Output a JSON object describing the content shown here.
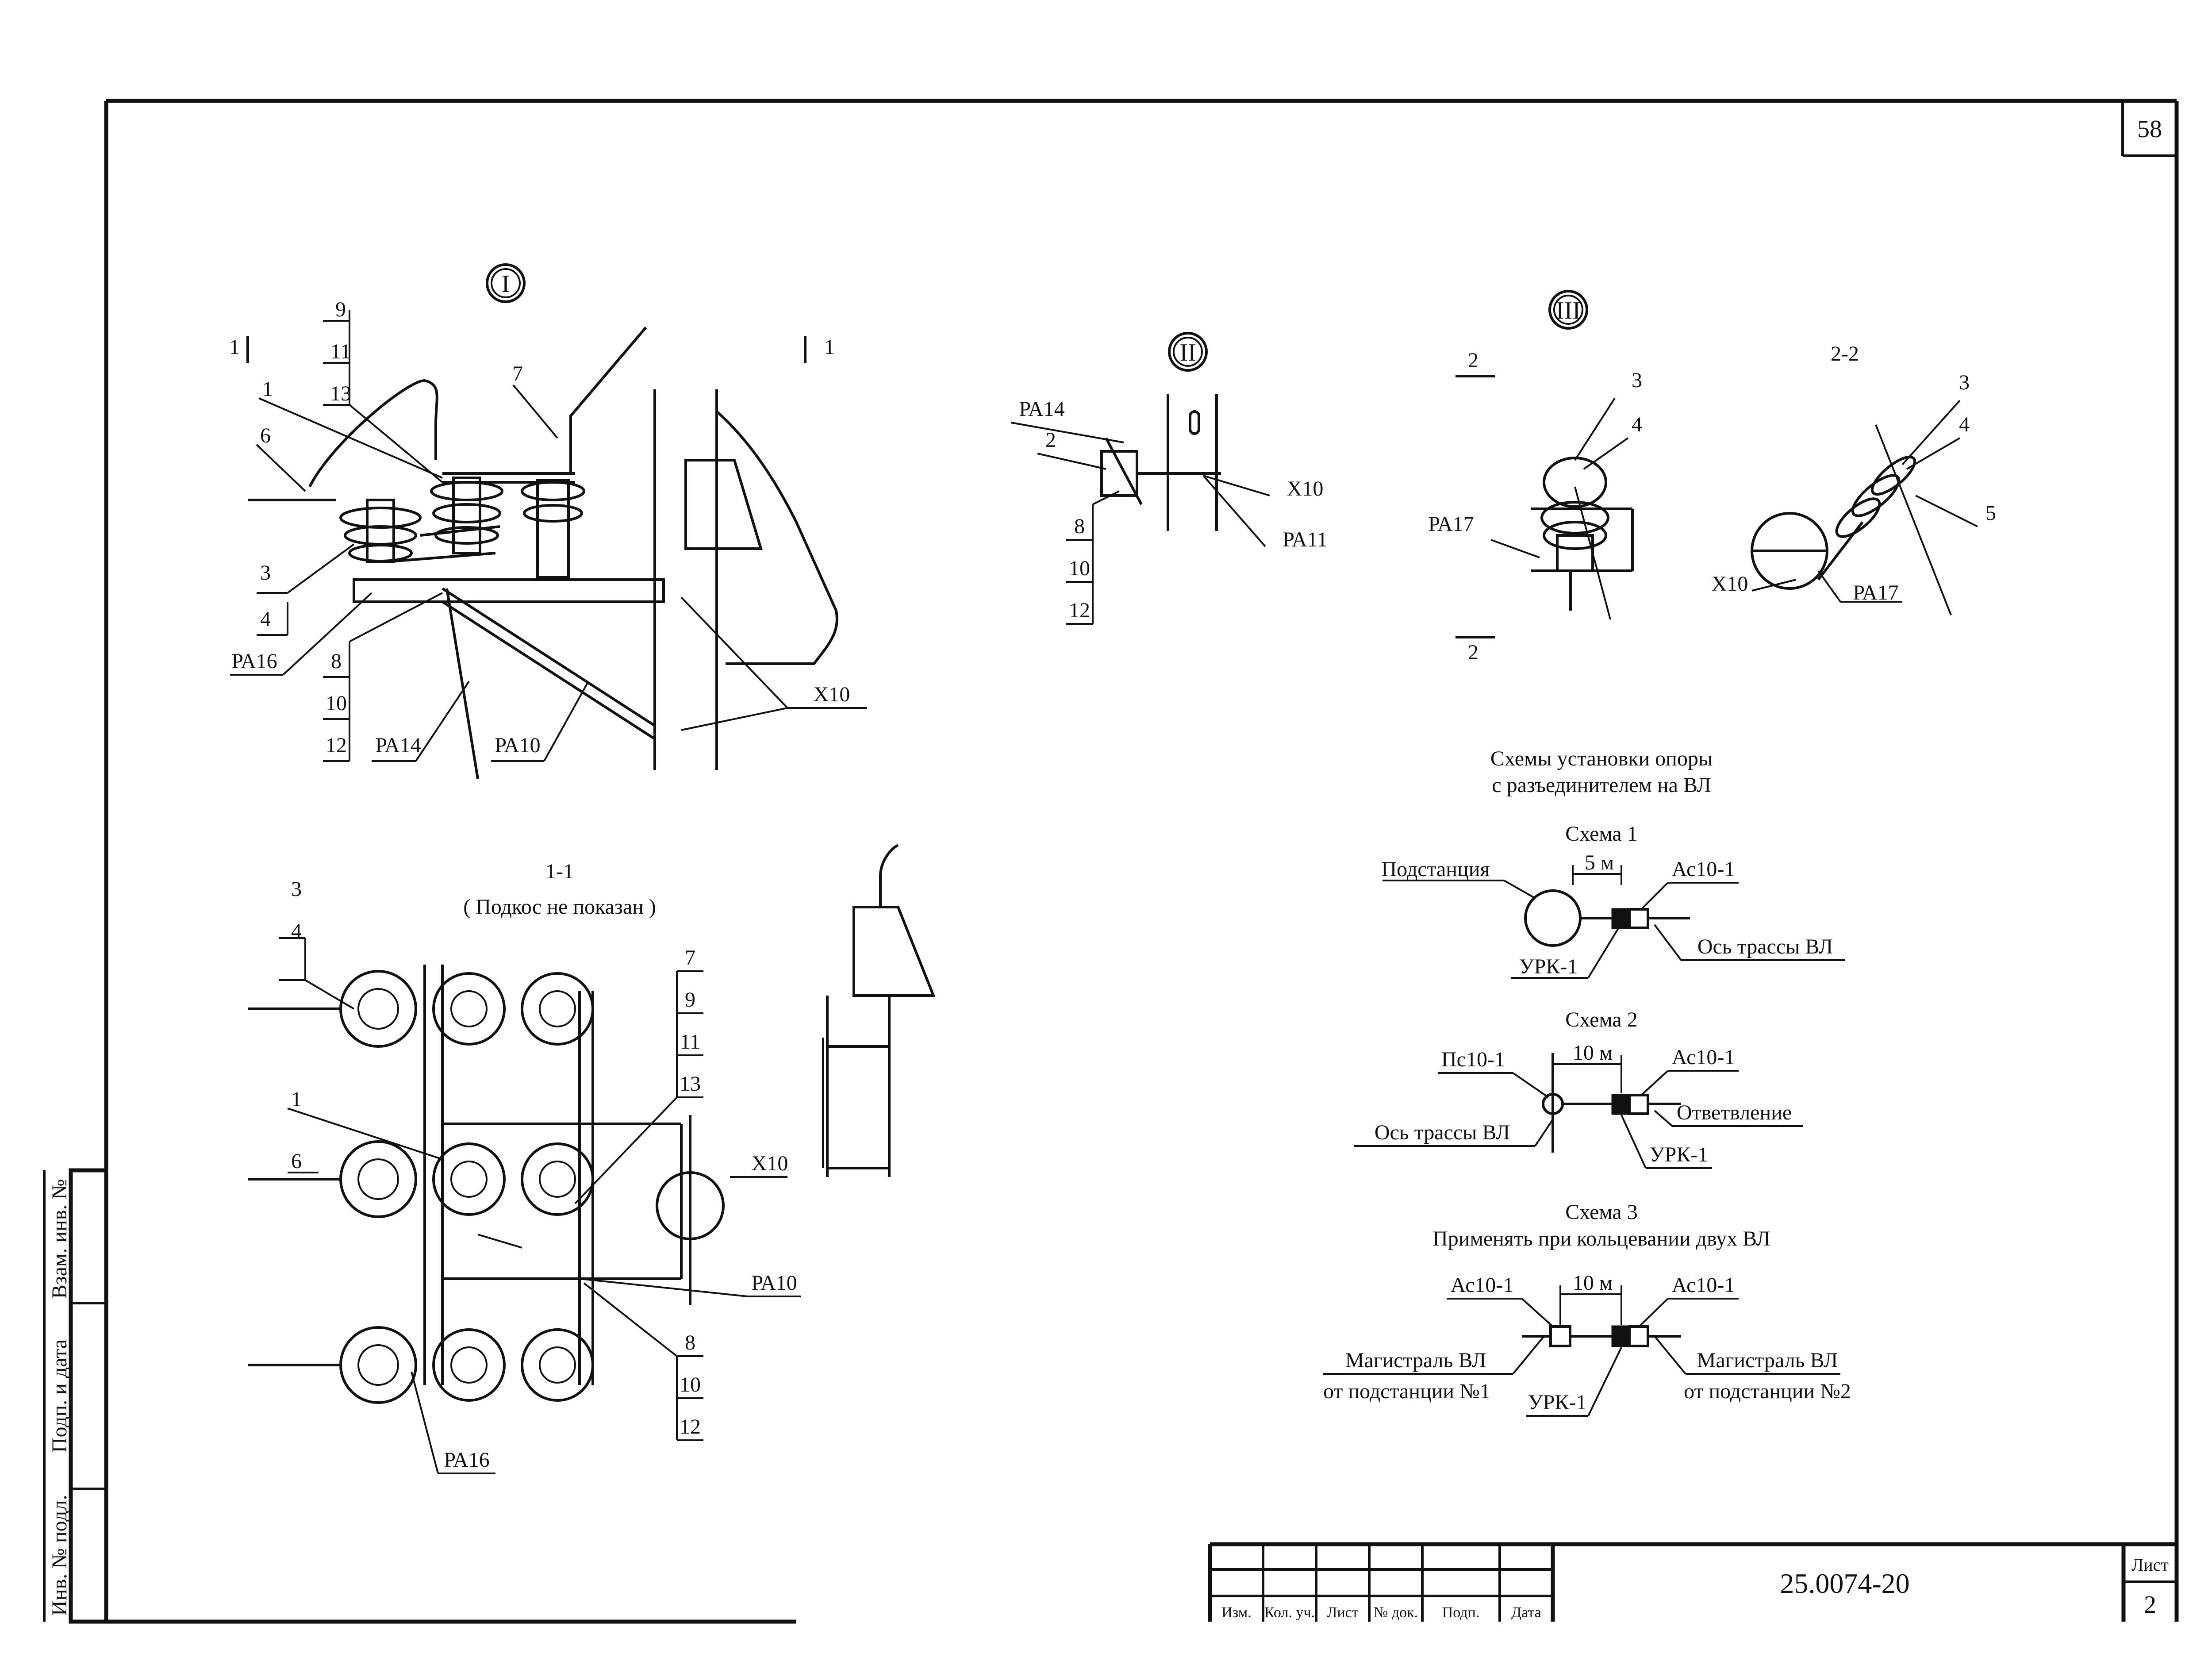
{
  "sheet_number": "58",
  "views": {
    "view1": {
      "marker": "I",
      "cut_left": "1",
      "cut_right": "1",
      "labels": {
        "n9": "9",
        "n11": "11",
        "n13": "13",
        "n1": "1",
        "n7": "7",
        "n6": "6",
        "n3": "3",
        "n4": "4",
        "pa16": "РА16",
        "n8": "8",
        "n10": "10",
        "n12": "12",
        "pa14": "РА14",
        "pa10": "РА10",
        "x10": "Х10"
      }
    },
    "view2": {
      "marker": "II",
      "labels": {
        "pa14": "РА14",
        "n2": "2",
        "n8": "8",
        "n10": "10",
        "n12": "12",
        "x10": "Х10",
        "pa11": "РА11"
      }
    },
    "view3": {
      "marker": "III",
      "cut_top": "2",
      "cut_bottom": "2",
      "labels": {
        "n3": "3",
        "n4": "4",
        "pa17": "РА17"
      }
    },
    "section22": {
      "title": "2-2",
      "labels": {
        "n3": "3",
        "n4": "4",
        "n5": "5",
        "x10": "Х10",
        "pa17": "РА17"
      }
    },
    "section11": {
      "title": "1-1",
      "subtitle": "( Подкос не показан )",
      "labels": {
        "n3": "3",
        "n4": "4",
        "n1": "1",
        "n6": "6",
        "n7": "7",
        "n9": "9",
        "n11": "11",
        "n13": "13",
        "x10": "Х10",
        "pa10": "РА10",
        "n8": "8",
        "n10": "10",
        "n12": "12",
        "pa16": "РА16"
      }
    }
  },
  "schemes": {
    "heading_line1": "Схемы установки опоры",
    "heading_line2": "с разъединителем на ВЛ",
    "scheme1": {
      "title": "Схема 1",
      "substation": "Подстанция",
      "dist": "5 м",
      "ac": "Ас10-1",
      "axis": "Ось трассы ВЛ",
      "urk": "УРК-1"
    },
    "scheme2": {
      "title": "Схема 2",
      "pc": "Пс10-1",
      "dist": "10 м",
      "ac": "Ас10-1",
      "axis": "Ось трассы ВЛ",
      "branch": "Ответвление",
      "urk": "УРК-1"
    },
    "scheme3": {
      "title": "Схема 3",
      "note": "Применять при кольцевании двух ВЛ",
      "ac_left": "Ас10-1",
      "dist": "10 м",
      "ac_right": "Ас10-1",
      "main_left_1": "Магистраль ВЛ",
      "main_left_2": "от подстанции №1",
      "urk": "УРК-1",
      "main_right_1": "Магистраль ВЛ",
      "main_right_2": "от подстанции №2"
    }
  },
  "title_block": {
    "doc_code": "25.0074-20",
    "sheet_label": "Лист",
    "sheet_value": "2",
    "columns": [
      "Изм.",
      "Кол. уч.",
      "Лист",
      "№ док.",
      "Подп.",
      "Дата"
    ]
  },
  "side_stamp": [
    "Взам. инв. №",
    "Подп. и дата",
    "Инв. № подл."
  ]
}
